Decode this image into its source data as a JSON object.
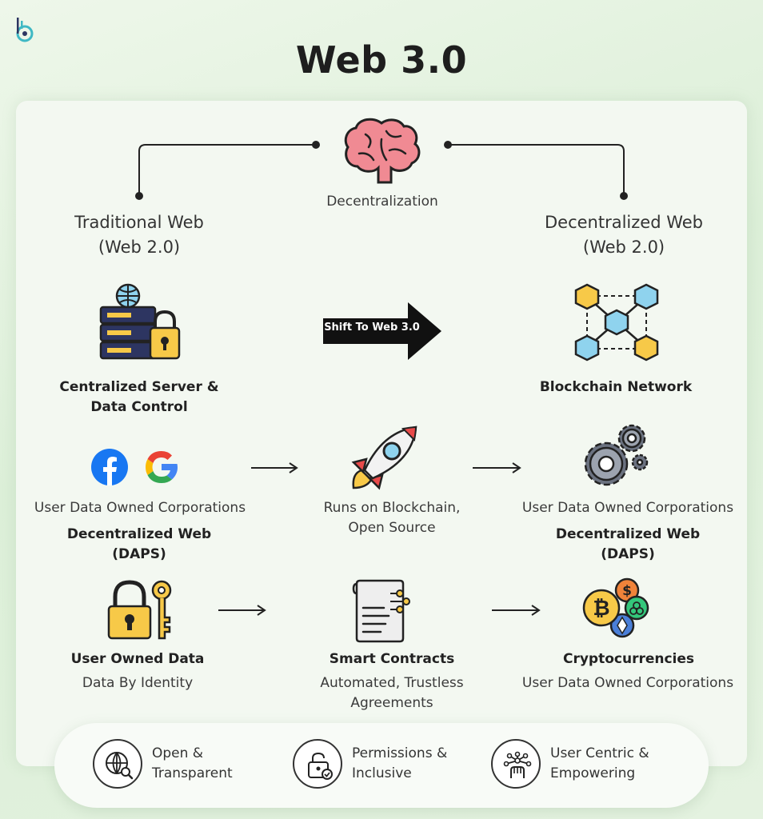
{
  "title": "Web 3.0",
  "center_top": {
    "label": "Decentralization",
    "icon": "brain-icon"
  },
  "left_column": {
    "heading_line1": "Traditional Web",
    "heading_line2": "(Web 2.0)"
  },
  "right_column": {
    "heading_line1": "Decentralized Web",
    "heading_line2": "(Web 2.0)"
  },
  "row1": {
    "left": {
      "label_line1": "Centralized Server &",
      "label_line2": "Data Control",
      "icon": "server-lock-icon"
    },
    "center": {
      "arrow_label": "Shift To Web 3.0"
    },
    "right": {
      "label": "Blockchain Network",
      "icon": "blockchain-network-icon"
    }
  },
  "row2": {
    "left": {
      "caption": "User Data Owned Corporations",
      "bold_line1": "Decentralized Web",
      "bold_line2": "(DAPS)",
      "icons": [
        "facebook-icon",
        "google-icon"
      ]
    },
    "center": {
      "caption_line1": "Runs on Blockchain,",
      "caption_line2": "Open Source",
      "icon": "rocket-icon"
    },
    "right": {
      "caption": "User Data Owned Corporations",
      "bold_line1": "Decentralized Web",
      "bold_line2": "(DAPS)",
      "icon": "gears-icon"
    }
  },
  "row3": {
    "left": {
      "title": "User Owned Data",
      "caption": "Data By Identity",
      "icon": "lock-key-icon"
    },
    "center": {
      "title": "Smart Contracts",
      "caption_line1": "Automated, Trustless",
      "caption_line2": "Agreements",
      "icon": "smart-contract-icon"
    },
    "right": {
      "title": "Cryptocurrencies",
      "caption": "User Data Owned Corporations",
      "icon": "crypto-coins-icon"
    }
  },
  "features": [
    {
      "line1": "Open &",
      "line2": "Transparent",
      "icon": "globe-search-icon"
    },
    {
      "line1": "Permissions &",
      "line2": "Inclusive",
      "icon": "unlock-check-icon"
    },
    {
      "line1": "User Centric &",
      "line2": "Empowering",
      "icon": "network-hand-icon"
    }
  ],
  "colors": {
    "accent_yellow": "#f7c948",
    "accent_blue": "#8fd3ee",
    "navy": "#2d3561",
    "brain_pink": "#f08a93"
  }
}
